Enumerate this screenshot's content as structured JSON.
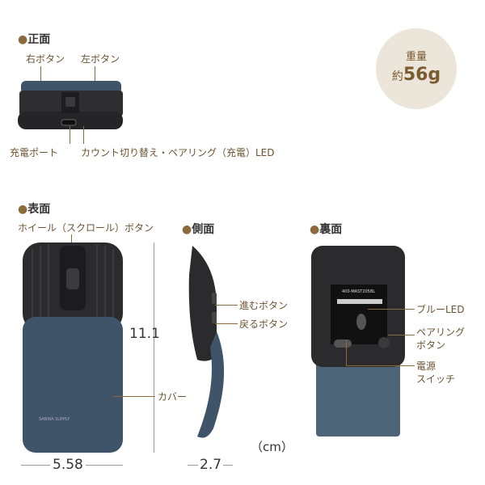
{
  "front": {
    "title": "正面",
    "labels": {
      "right_button": "右ボタン",
      "left_button": "左ボタン",
      "charge_port": "充電ポート",
      "led": "カウント切り替え・ペアリング（充電）LED"
    }
  },
  "weight": {
    "label": "重量",
    "prefix": "約",
    "value": "56g"
  },
  "top": {
    "title": "表面",
    "labels": {
      "wheel": "ホイール（スクロール）ボタン",
      "cover": "カバー"
    },
    "height": "11.1",
    "width": "5.58",
    "brand": "SANWA SUPPLY"
  },
  "side": {
    "title": "側面",
    "labels": {
      "forward": "進むボタン",
      "back": "戻るボタン"
    },
    "depth": "2.7",
    "unit": "（cm）"
  },
  "bottom": {
    "title": "裏面",
    "model": "400-MAST205BL",
    "labels": {
      "blue_led": "ブルーLED",
      "pairing1": "ペアリング",
      "pairing2": "ボタン",
      "power1": "電源",
      "power2": "スイッチ"
    }
  },
  "colors": {
    "accent": "#8c6a3c",
    "mouse_black": "#2b2b2d",
    "cover_blue": "#3f5468"
  }
}
